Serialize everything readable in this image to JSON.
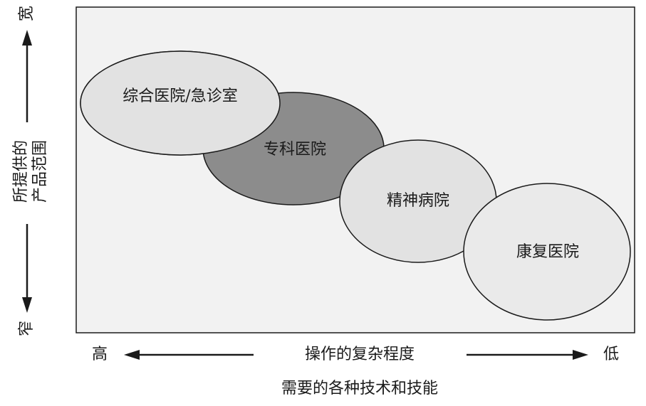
{
  "ellipses": [
    {
      "label": "综合医院/急诊室",
      "fill": "#e2e2e2"
    },
    {
      "label": "专科医院",
      "fill": "#8c8c8c"
    },
    {
      "label": "精神病院",
      "fill": "#e2e2e2"
    },
    {
      "label": "康复医院",
      "fill": "#eaeaea"
    }
  ],
  "y_axis": {
    "top_label": "宽",
    "bottom_label": "窄",
    "title_line1": "所提供的",
    "title_line2": "产品范围"
  },
  "x_axis": {
    "left_label": "高",
    "right_label": "低",
    "title": "操作的复杂程度",
    "subtitle": "需要的各种技术和技能"
  },
  "colors": {
    "panel_fill": "#f2f2f2",
    "outline": "#1a1a1a"
  }
}
